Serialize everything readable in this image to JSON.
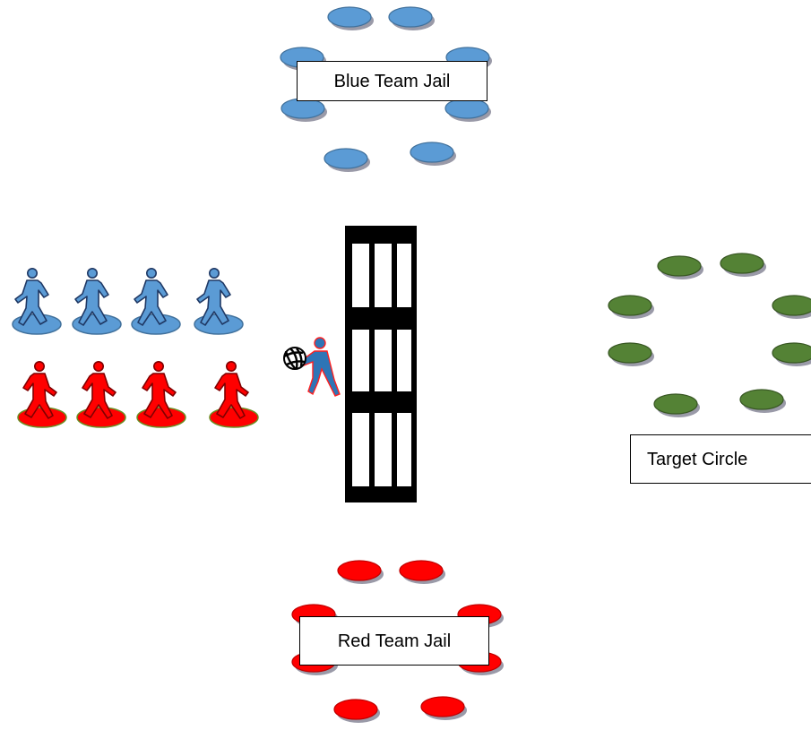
{
  "labels": {
    "blue_jail": "Blue Team Jail",
    "red_jail": "Red Team Jail",
    "target_circle": "Target Circle"
  },
  "colors": {
    "blue_team": "#5b9bd5",
    "blue_outline": "#41719c",
    "red_team": "#ff0000",
    "red_outline": "#c00000",
    "target_spot": "#548235",
    "target_outline": "#385723",
    "wall": "#000000",
    "spot_shadow": "#9a9aa8"
  },
  "icons": {
    "blue_players": "walking-person-icon",
    "red_players": "walking-person-icon",
    "thrower": "person-throwing-ball-icon",
    "ball": "volleyball-icon",
    "wall": "barrier-wall-icon"
  }
}
